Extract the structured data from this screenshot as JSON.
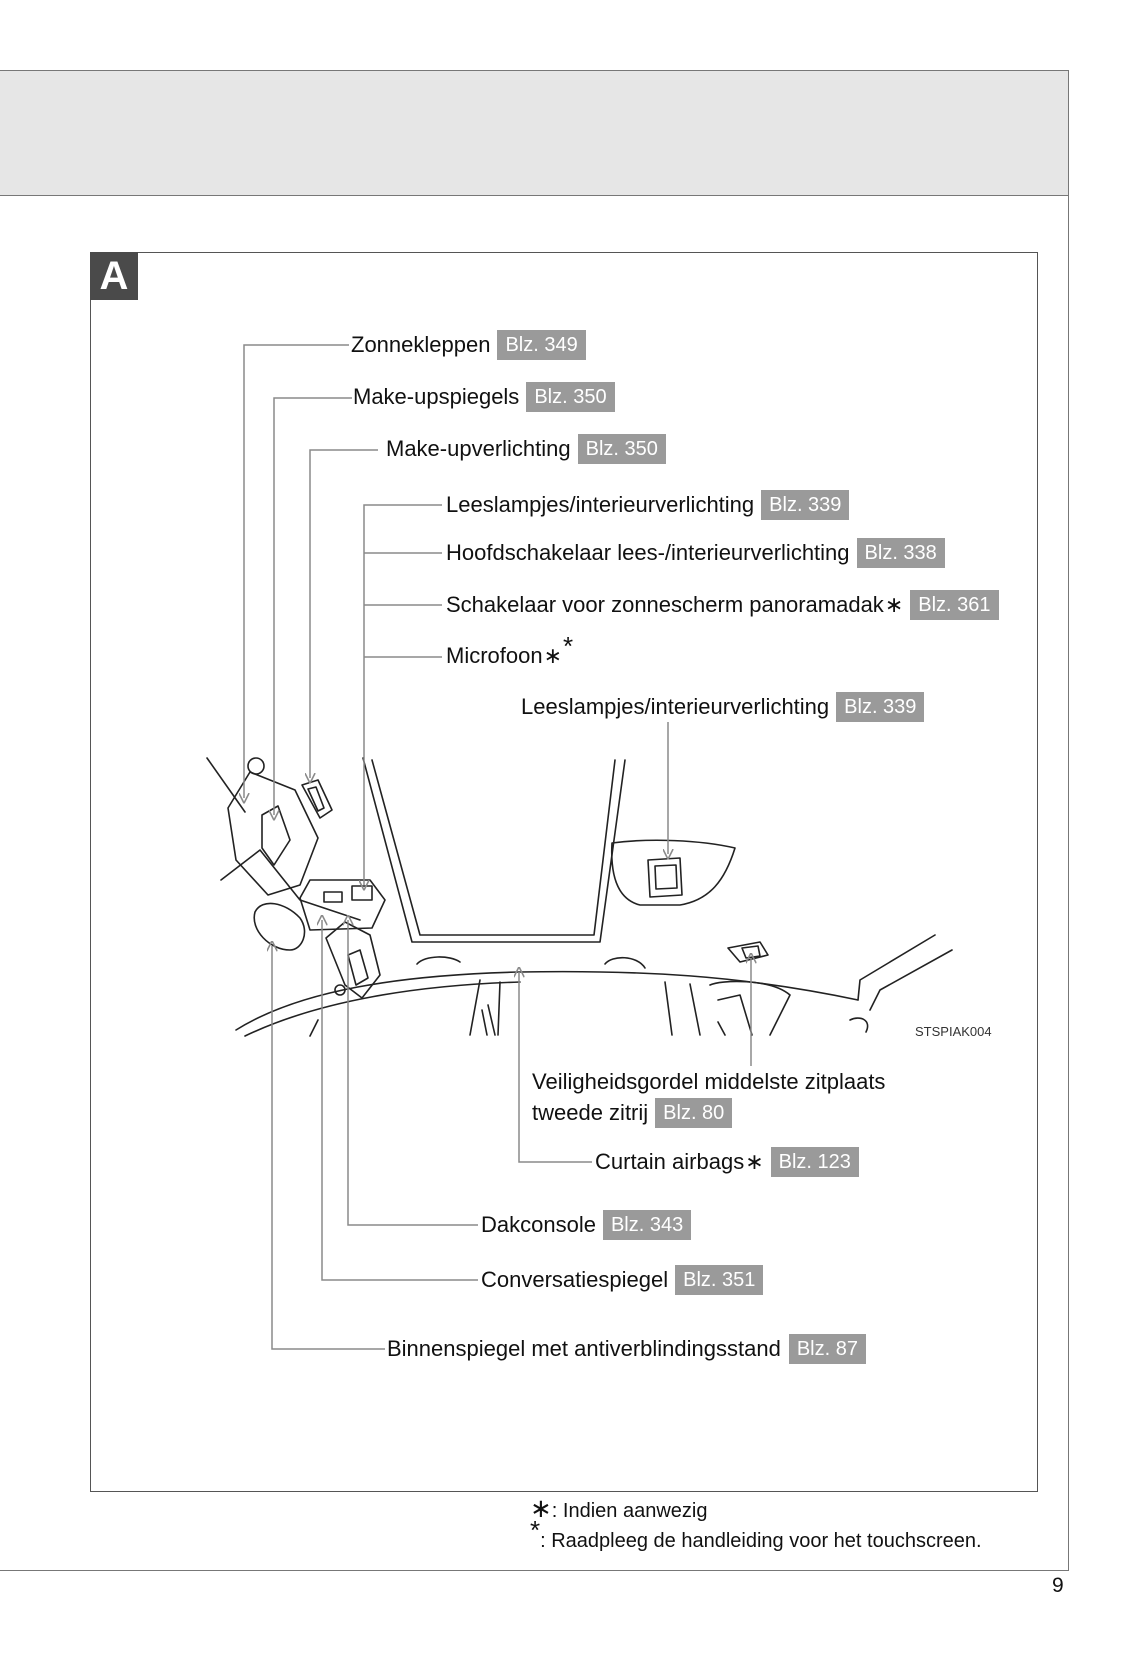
{
  "section": {
    "letter": "A"
  },
  "callouts": {
    "zonnekleppen": {
      "label": "Zonnekleppen",
      "page": "Blz. 349"
    },
    "make_upspiegels": {
      "label": "Make-upspiegels",
      "page": "Blz. 350"
    },
    "make_upverlichting": {
      "label": "Make-upverlichting",
      "page": "Blz. 350"
    },
    "leeslampjes_front": {
      "label": "Leeslampjes/interieurverlichting",
      "page": "Blz. 339"
    },
    "hoofdschakelaar": {
      "label": "Hoofdschakelaar lees-/interieurverlichting",
      "page": "Blz. 338"
    },
    "schakelaar_panorama": {
      "label": "Schakelaar voor zonnescherm panoramadak",
      "star": "∗",
      "page": "Blz. 361"
    },
    "microfoon": {
      "label": "Microfoon",
      "star": "∗",
      "star2": "*"
    },
    "leeslampjes_rear": {
      "label": "Leeslampjes/interieurverlichting",
      "page": "Blz. 339"
    },
    "veiligheidsgordel": {
      "line1": "Veiligheidsgordel middelste zitplaats",
      "line2": "tweede zitrij",
      "page": "Blz. 80"
    },
    "curtain_airbags": {
      "label": "Curtain airbags",
      "star": "∗",
      "page": "Blz. 123"
    },
    "dakconsole": {
      "label": "Dakconsole",
      "page": "Blz. 343"
    },
    "conversatiespiegel": {
      "label": "Conversatiespiegel",
      "page": "Blz. 351"
    },
    "binnenspiegel": {
      "label": "Binnenspiegel met antiverblindingsstand",
      "page": "Blz. 87"
    }
  },
  "image_code": "STSPIAK004",
  "footnotes": [
    {
      "mark": "∗",
      "text": ": Indien aanwezig"
    },
    {
      "mark": "*",
      "text": ": Raadpleeg de handleiding voor het touchscreen."
    }
  ],
  "page_number": "9"
}
